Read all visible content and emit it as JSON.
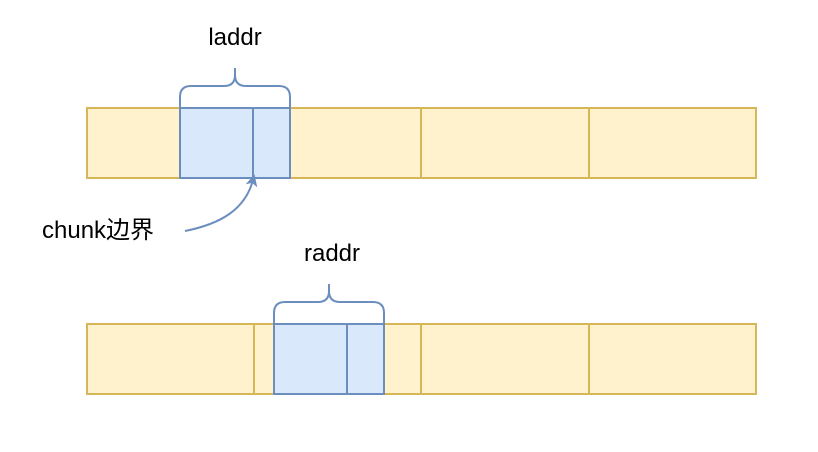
{
  "labels": {
    "laddr": "laddr",
    "raddr": "raddr",
    "chunk_boundary": "chunk边界"
  },
  "colors": {
    "chunk_fill": "#fff2cc",
    "chunk_stroke": "#d6b656",
    "range_fill": "#dae8fc",
    "range_stroke": "#6c8ebf",
    "brace_stroke": "#6c8ebf",
    "arrow_stroke": "#6c8ebf",
    "text": "#000000"
  }
}
